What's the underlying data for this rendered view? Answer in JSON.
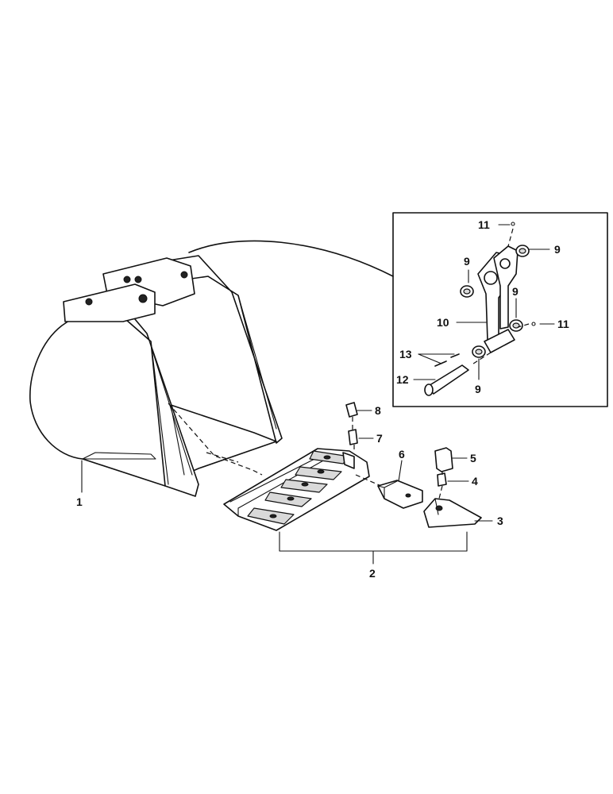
{
  "callouts": {
    "c1": "1",
    "c2": "2",
    "c3": "3",
    "c4": "4",
    "c5": "5",
    "c6": "6",
    "c7": "7",
    "c8": "8",
    "c9a": "9",
    "c9b": "9",
    "c9c": "9",
    "c9d": "9",
    "c10": "10",
    "c11a": "11",
    "c11b": "11",
    "c12": "12",
    "c13": "13"
  }
}
